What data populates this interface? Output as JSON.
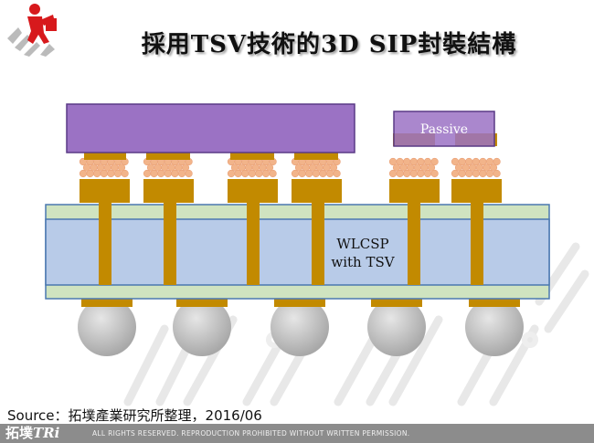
{
  "title": "採用TSV技術的3D SIP封裝結構",
  "labels": {
    "passive": "Passive",
    "wlcsp_line1": "WLCSP",
    "wlcsp_line2": "with TSV"
  },
  "source": "Source：拓墣產業研究所整理，2016/06",
  "footer": {
    "brand": "拓墣",
    "brand_tri": "TRi",
    "notice": "ALL RIGHTS RESERVED. REPRODUCTION PROHIBITED WITHOUT WRITTEN PERMISSION."
  },
  "colors": {
    "die": "#9b72c4",
    "die_border": "#5a3a86",
    "copper": "#c28a00",
    "bump": "#f2b48a",
    "substrate": "#b8cbe8",
    "substrate_edge": "#cfe3c0",
    "solder_ball": "#bdbdbd",
    "logo_red": "#d7191c"
  }
}
